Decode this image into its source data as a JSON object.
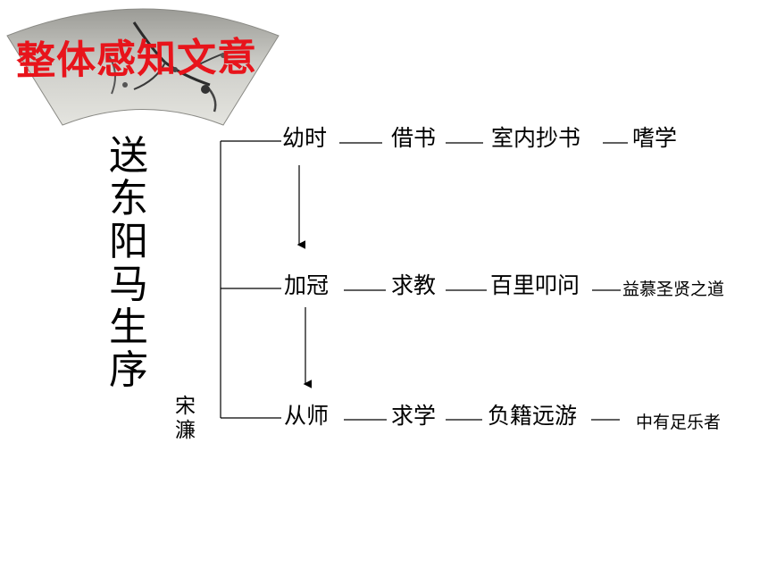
{
  "banner": {
    "text": "整体感知文意",
    "color": "#e8141b"
  },
  "title": {
    "chars": [
      "送",
      "东",
      "阳",
      "马",
      "生",
      "序"
    ]
  },
  "author": {
    "chars": [
      "宋",
      "濂"
    ]
  },
  "rows": [
    {
      "stage": "幼时",
      "action": "借书",
      "detail": "室内抄书",
      "result": "嗜学"
    },
    {
      "stage": "加冠",
      "action": "求教",
      "detail": "百里叩问",
      "result": "益慕圣贤之道"
    },
    {
      "stage": "从师",
      "action": "求学",
      "detail": "负籍远游",
      "result": "中有足乐者"
    }
  ]
}
